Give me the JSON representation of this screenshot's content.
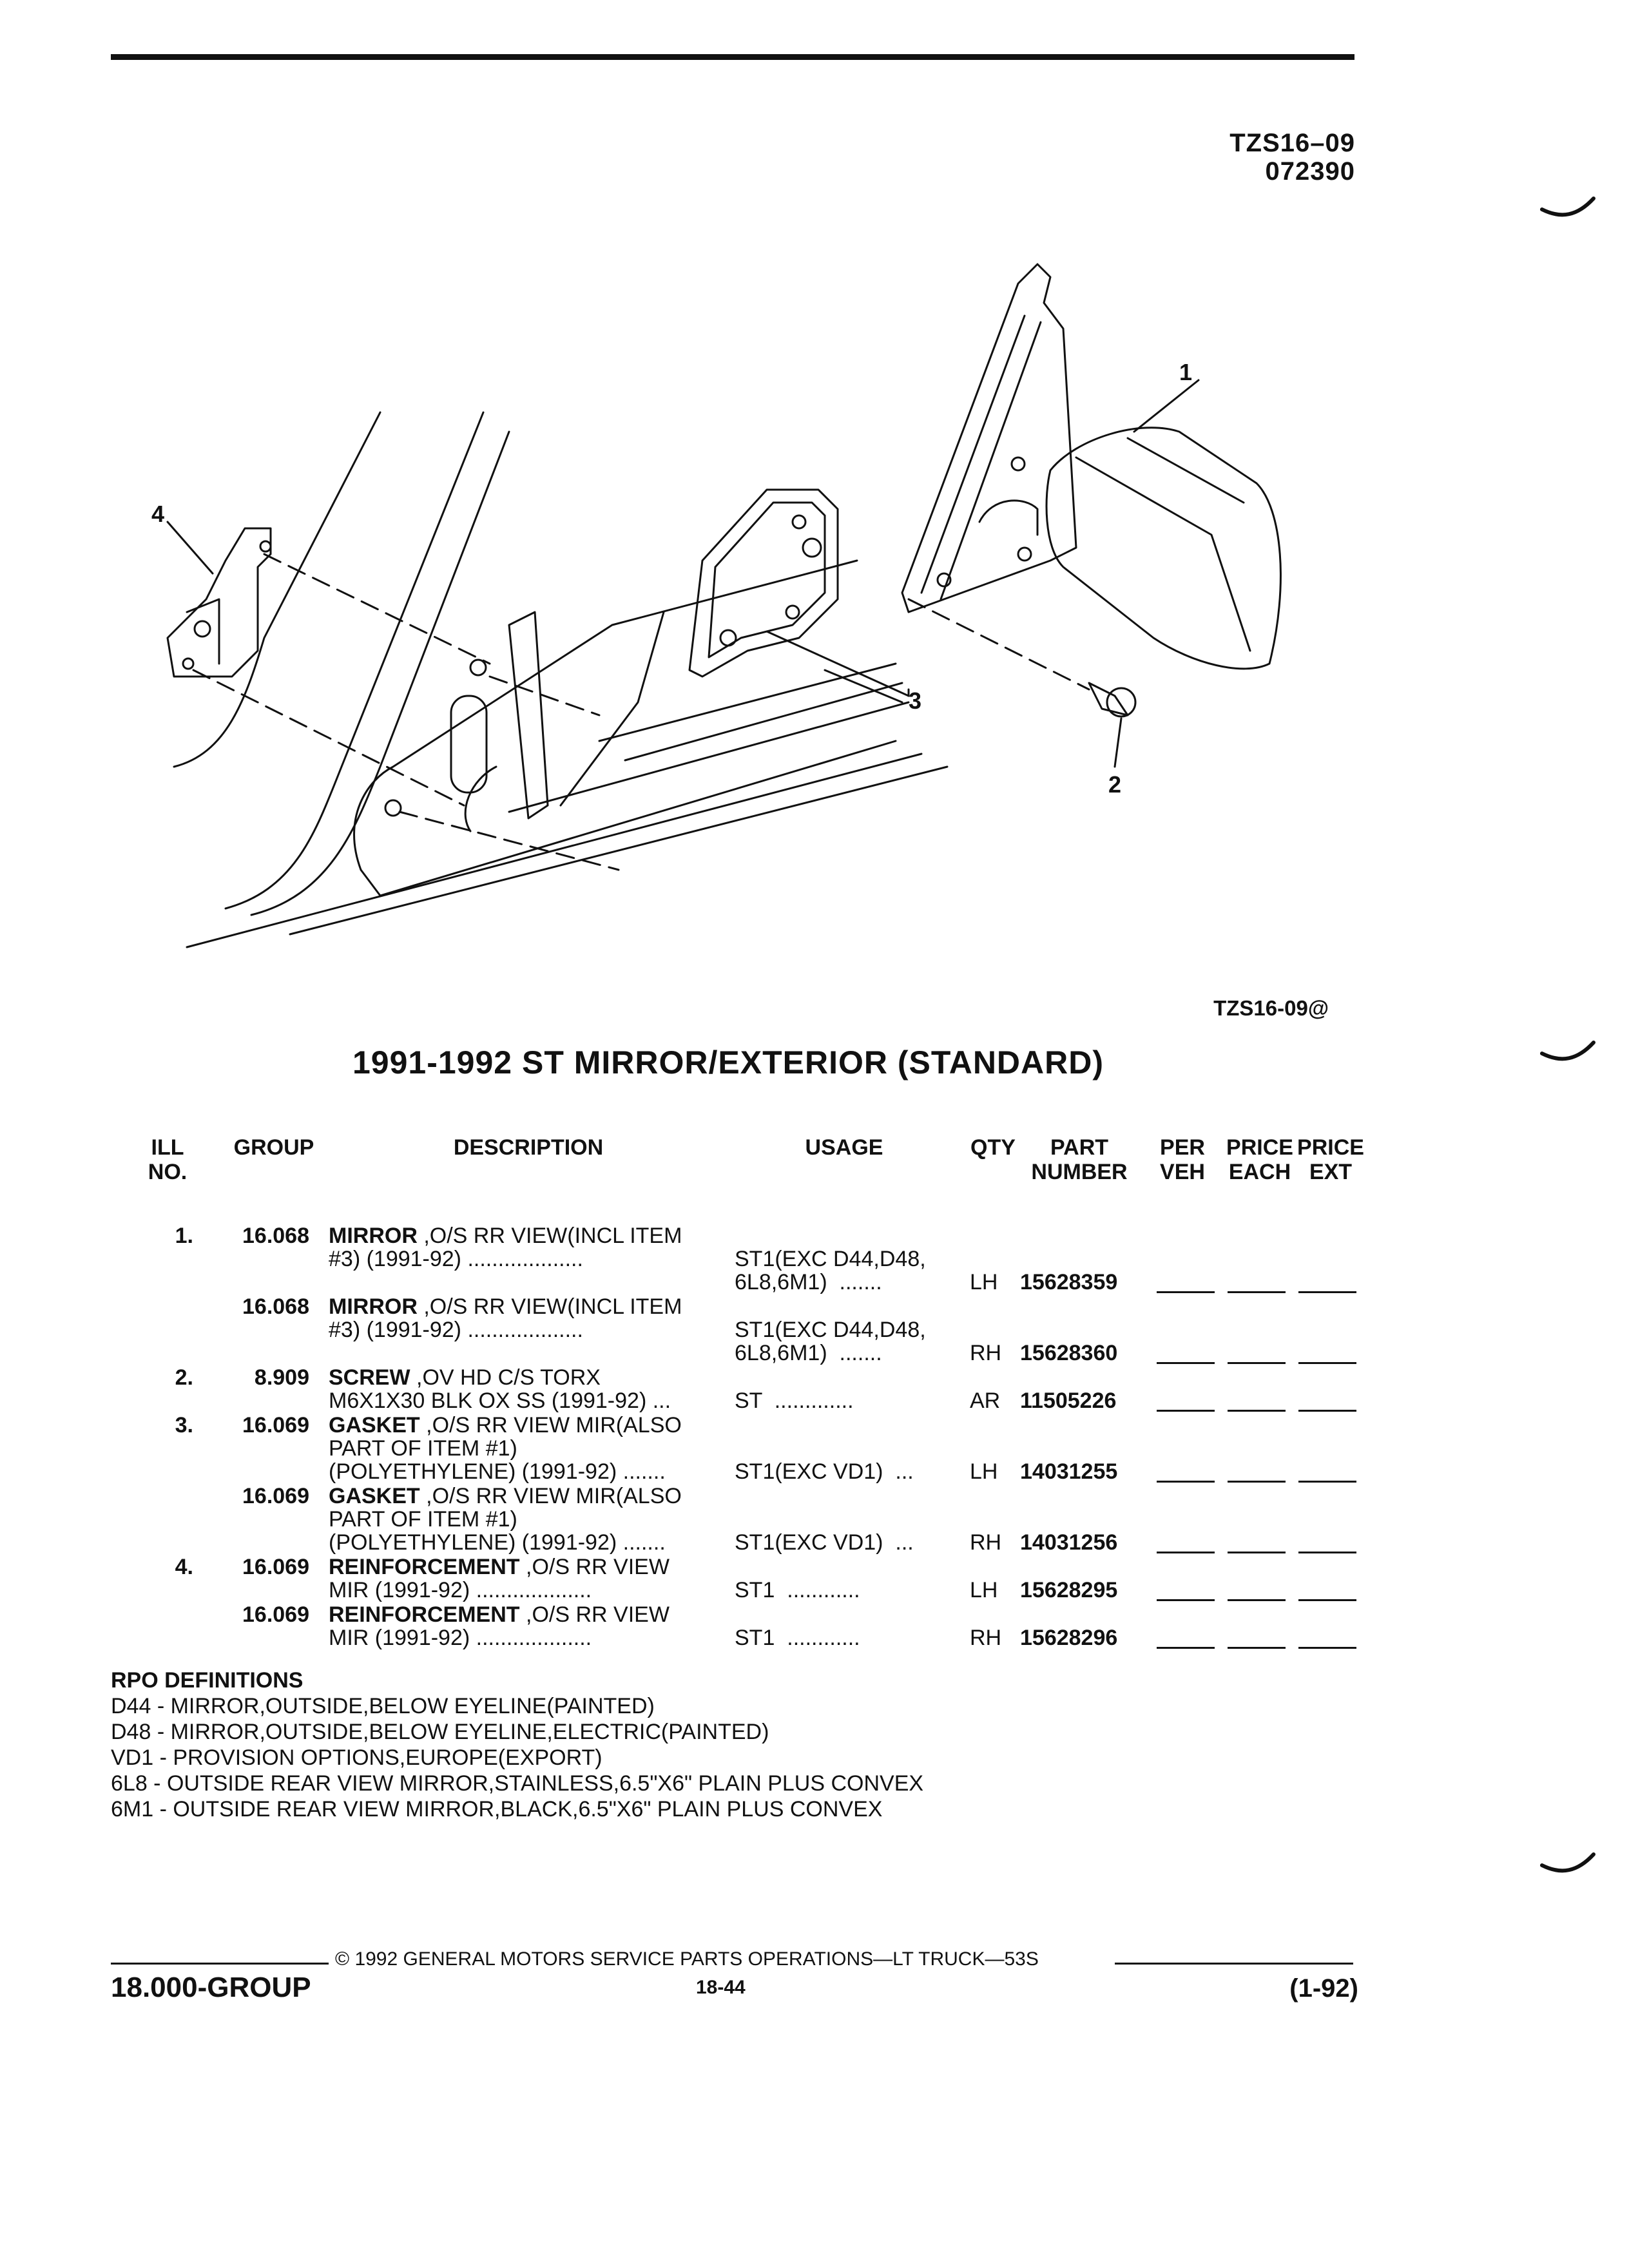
{
  "doc_code": {
    "line1": "TZS16–09",
    "line2": "072390"
  },
  "figure_code": "TZS16-09@",
  "callouts": [
    "1",
    "2",
    "3",
    "4"
  ],
  "title": "1991-1992 ST MIRROR/EXTERIOR (STANDARD)",
  "headers": {
    "ill_no": "ILL\nNO.",
    "group": "GROUP",
    "description": "DESCRIPTION",
    "usage": "USAGE",
    "qty": "QTY",
    "part_number": "PART\nNUMBER",
    "per_veh": "PER\nVEH",
    "price_each": "PRICE\nEACH",
    "price_ext": "PRICE\nEXT"
  },
  "parts": [
    {
      "ill": "1.",
      "group": "16.068",
      "name": "MIRROR",
      "desc1": " ,O/S RR VIEW(INCL ITEM",
      "desc2": "#3) (1991-92) ...................",
      "usage1": "ST1(EXC D44,D48,",
      "usage2": "6L8,6M1)  .......",
      "qty": "LH",
      "part": "15628359"
    },
    {
      "ill": "",
      "group": "16.068",
      "name": "MIRROR",
      "desc1": " ,O/S RR VIEW(INCL ITEM",
      "desc2": "#3) (1991-92) ...................",
      "usage1": "ST1(EXC D44,D48,",
      "usage2": "6L8,6M1)  .......",
      "qty": "RH",
      "part": "15628360"
    },
    {
      "ill": "2.",
      "group": "8.909",
      "name": "SCREW",
      "desc1": " ,OV HD C/S TORX",
      "desc2": "M6X1X30 BLK OX SS (1991-92) ...",
      "usage1": "",
      "usage2": "ST  .............",
      "qty": "AR",
      "part": "11505226"
    },
    {
      "ill": "3.",
      "group": "16.069",
      "name": "GASKET",
      "desc1": " ,O/S RR VIEW MIR(ALSO",
      "desc2": "PART OF ITEM #1)",
      "desc3": "(POLYETHYLENE) (1991-92) .......",
      "usage1": "",
      "usage2": "ST1(EXC VD1)  ...",
      "qty": "LH",
      "part": "14031255"
    },
    {
      "ill": "",
      "group": "16.069",
      "name": "GASKET",
      "desc1": " ,O/S RR VIEW MIR(ALSO",
      "desc2": "PART OF ITEM #1)",
      "desc3": "(POLYETHYLENE) (1991-92) .......",
      "usage1": "",
      "usage2": "ST1(EXC VD1)  ...",
      "qty": "RH",
      "part": "14031256"
    },
    {
      "ill": "4.",
      "group": "16.069",
      "name": "REINFORCEMENT",
      "desc1": " ,O/S RR VIEW",
      "desc2": "MIR (1991-92) ...................",
      "usage1": "",
      "usage2": "ST1  ............",
      "qty": "LH",
      "part": "15628295"
    },
    {
      "ill": "",
      "group": "16.069",
      "name": "REINFORCEMENT",
      "desc1": " ,O/S RR VIEW",
      "desc2": "MIR (1991-92) ...................",
      "usage1": "",
      "usage2": "ST1  ............",
      "qty": "RH",
      "part": "15628296"
    }
  ],
  "rpo": {
    "heading": "RPO DEFINITIONS",
    "items": [
      "D44 - MIRROR,OUTSIDE,BELOW EYELINE(PAINTED)",
      "D48 - MIRROR,OUTSIDE,BELOW EYELINE,ELECTRIC(PAINTED)",
      "VD1 - PROVISION OPTIONS,EUROPE(EXPORT)",
      "6L8 - OUTSIDE REAR VIEW MIRROR,STAINLESS,6.5\"X6\" PLAIN PLUS CONVEX",
      "6M1 - OUTSIDE REAR VIEW MIRROR,BLACK,6.5\"X6\" PLAIN PLUS CONVEX"
    ]
  },
  "footer": {
    "copyright": "© 1992  GENERAL MOTORS SERVICE PARTS OPERATIONS—LT TRUCK—53S",
    "group": "18.000-GROUP",
    "page": "18-44",
    "date": "(1-92)"
  }
}
